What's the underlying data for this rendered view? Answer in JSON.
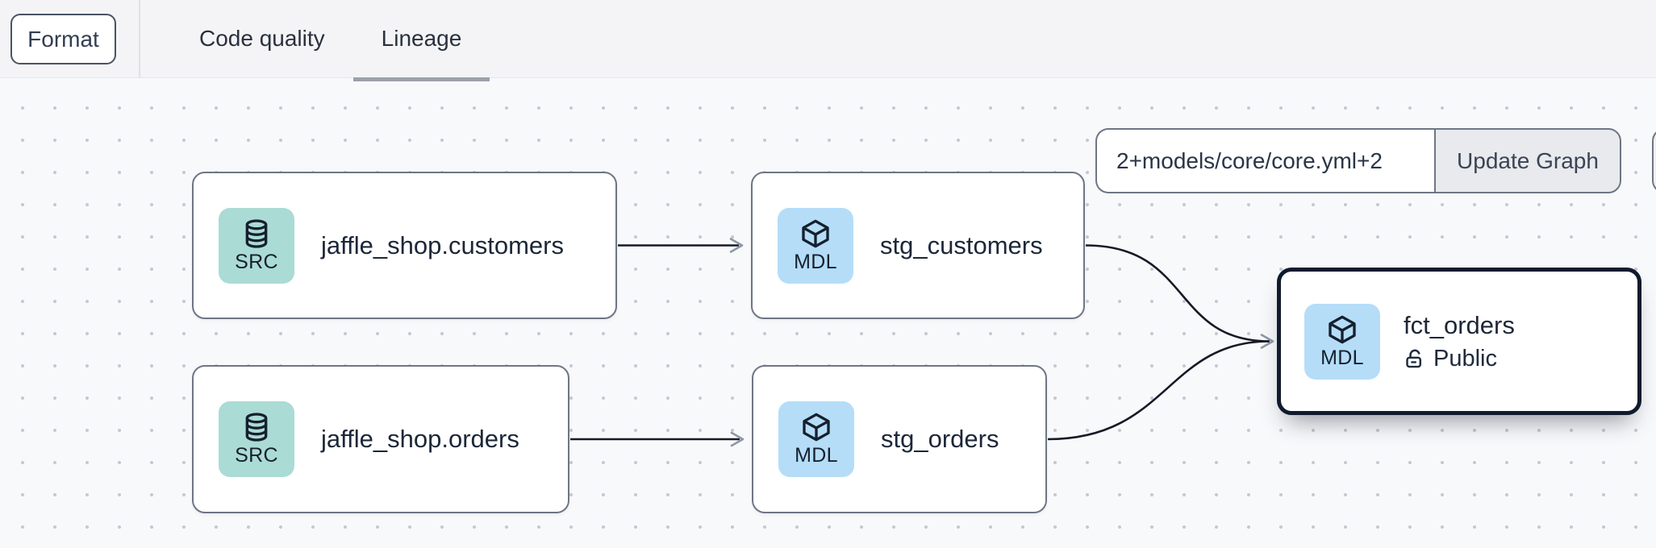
{
  "toolbar": {
    "format_label": "Format",
    "tabs": [
      {
        "label": "Code quality",
        "active": false
      },
      {
        "label": "Lineage",
        "active": true
      }
    ]
  },
  "graph_controls": {
    "selector_value": "2+models/core/core.yml+2",
    "update_button_label": "Update Graph"
  },
  "canvas": {
    "nodes": [
      {
        "id": "source-jaffle-shop-customers",
        "type": "source",
        "badge": "SRC",
        "icon": "database-icon",
        "label": "jaffle_shop.customers"
      },
      {
        "id": "model-stg-customers",
        "type": "model",
        "badge": "MDL",
        "icon": "cube-icon",
        "label": "stg_customers"
      },
      {
        "id": "source-jaffle-shop-orders",
        "type": "source",
        "badge": "SRC",
        "icon": "database-icon",
        "label": "jaffle_shop.orders"
      },
      {
        "id": "model-stg-orders",
        "type": "model",
        "badge": "MDL",
        "icon": "cube-icon",
        "label": "stg_orders"
      },
      {
        "id": "model-fct-orders",
        "type": "model",
        "badge": "MDL",
        "icon": "cube-icon",
        "label": "fct_orders",
        "access": "Public",
        "selected": true
      }
    ],
    "edges": [
      {
        "from": "jaffle_shop.customers",
        "to": "stg_customers"
      },
      {
        "from": "jaffle_shop.orders",
        "to": "stg_orders"
      },
      {
        "from": "stg_customers",
        "to": "fct_orders"
      },
      {
        "from": "stg_orders",
        "to": "fct_orders"
      }
    ]
  },
  "colors": {
    "topbar_bg": "#f4f4f6",
    "canvas_bg": "#f8f9fb",
    "canvas_dot": "#c6cad2",
    "node_bg": "#ffffff",
    "node_border": "#6e7685",
    "selected_node_border": "#101b2d",
    "source_badge_bg": "#abdbd5",
    "model_badge_bg": "#b5ddf8",
    "edge_stroke": "#141b26",
    "arrowhead": "#8e97a3",
    "tab_underline": "#9aa1ab",
    "text_primary": "#1f2a3c",
    "update_button_bg": "#e9eaee"
  }
}
